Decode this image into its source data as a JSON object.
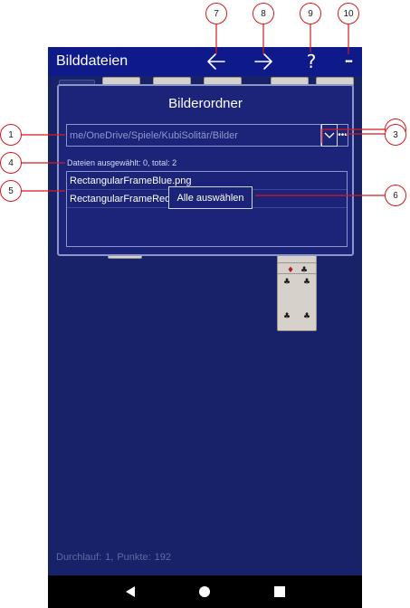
{
  "app": {
    "title": "Bilddateien",
    "toolbar": {
      "back": {
        "icon": "arrow-left-icon"
      },
      "forward": {
        "icon": "arrow-right-icon"
      },
      "help": {
        "label": "?"
      },
      "more": {
        "label": "•••"
      }
    }
  },
  "dialog": {
    "title": "Bilderordner",
    "path_value": "me/OneDrive/Spiele/KubiSolitär/Bilder",
    "browse_label": "•••",
    "selection_info": "Dateien ausgewählt: 0, total: 2",
    "files": [
      {
        "name": "RectangularFrameBlue.png"
      },
      {
        "name": "RectangularFrameRed.p"
      }
    ],
    "context_menu": {
      "label": "Alle auswählen"
    }
  },
  "status": {
    "pass_label": "Durchlauf:",
    "pass_value": "1,",
    "score_label": "Punkte:",
    "score_value": "192"
  },
  "navbar": {
    "back": {
      "icon": "nav-back-icon"
    },
    "home": {
      "icon": "nav-home-icon"
    },
    "recents": {
      "icon": "nav-recents-icon"
    }
  },
  "callouts": [
    "1",
    "2",
    "3",
    "4",
    "5",
    "6",
    "7",
    "8",
    "9",
    "10"
  ],
  "colors": {
    "screen_bg": "#172269",
    "appbar_bg": "#0f1a8a",
    "dialog_bg": "#1b2478",
    "border": "#8d96c9",
    "callout_red": "#d7191c"
  }
}
